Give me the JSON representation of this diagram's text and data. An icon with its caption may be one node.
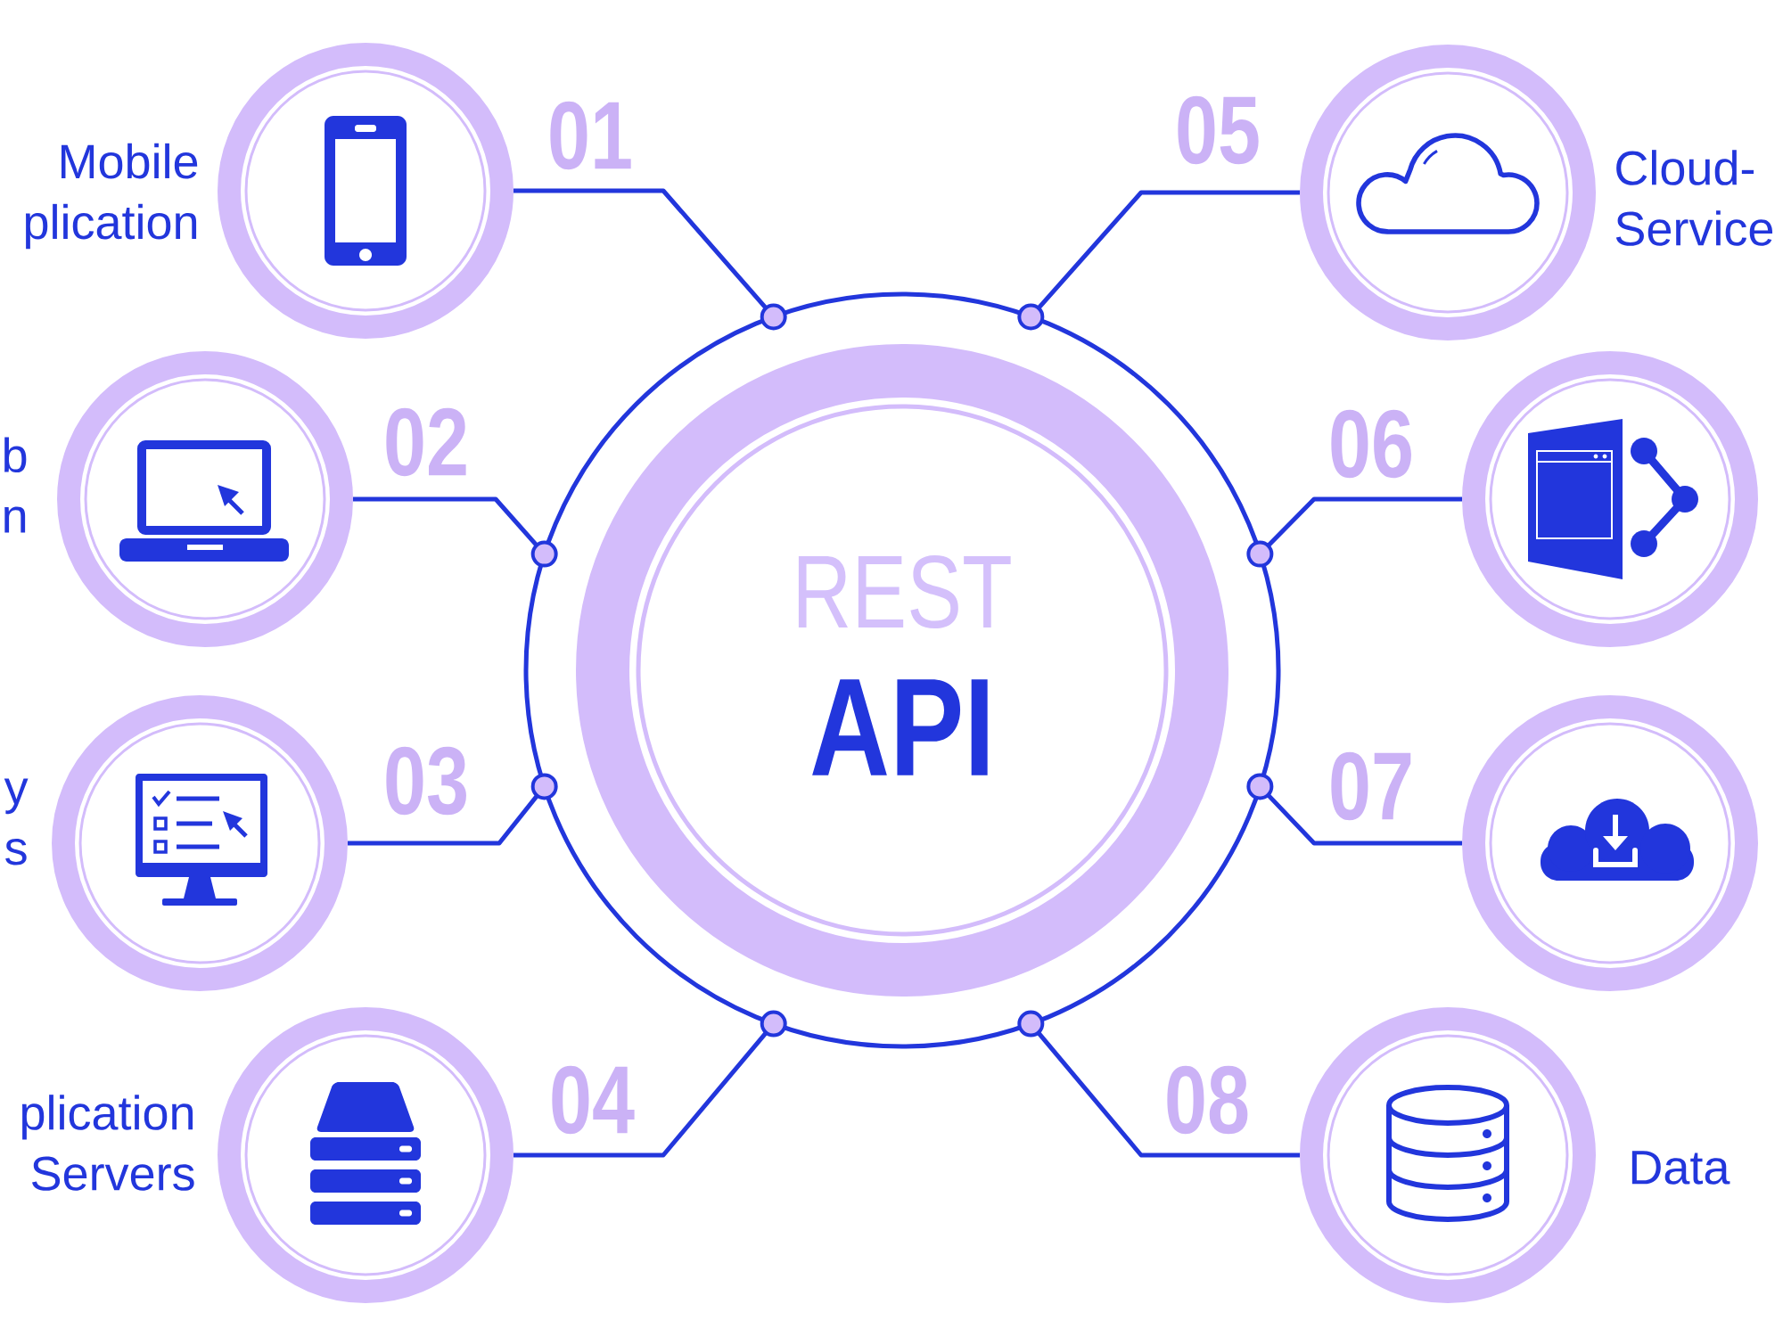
{
  "diagram": {
    "nodes": [
      {
        "text": [
          "REST",
          "API"
        ]
      },
      {
        "text": [],
        "shape": "circle",
        "beside": [
          "Mobile plication"
        ]
      },
      {
        "text": [],
        "shape": "circle",
        "beside": [
          "b n"
        ]
      },
      {
        "text": [],
        "shape": "circle",
        "beside": [
          "y s"
        ]
      },
      {
        "text": [],
        "shape": "circle",
        "beside": [
          "plication Servers"
        ]
      },
      {
        "text": [],
        "shape": "circle",
        "beside": [
          "Cloud- Service"
        ]
      },
      {
        "text": [],
        "shape": "circle"
      },
      {
        "text": [],
        "shape": "circle"
      },
      {
        "text": [],
        "shape": "circle",
        "beside": [
          "Data"
        ]
      }
    ],
    "edges": [
      {
        "from": 1,
        "to": 0,
        "label": "01",
        "arrow": "other"
      },
      {
        "from": 2,
        "to": 0,
        "label": "02",
        "arrow": "other"
      },
      {
        "from": 3,
        "to": 0,
        "label": "03",
        "arrow": "other"
      },
      {
        "from": 4,
        "to": 0,
        "label": "04",
        "arrow": "other"
      },
      {
        "from": 5,
        "to": 0,
        "label": "05",
        "arrow": "other"
      },
      {
        "from": 6,
        "to": 0,
        "label": "06",
        "arrow": "other"
      },
      {
        "from": 7,
        "to": 0,
        "label": "07",
        "arrow": "other"
      },
      {
        "from": 8,
        "to": 0,
        "label": "08",
        "arrow": "other"
      }
    ]
  }
}
